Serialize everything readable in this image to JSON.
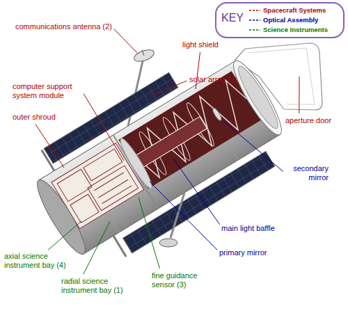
{
  "diagram": {
    "labels": [
      "KEY",
      "communications antenna (2)",
      "light shield",
      "solar array (2)",
      "computer support system module",
      "aperture door",
      "outer shroud",
      "secondary mirror",
      "main light baffle",
      "primary mirror",
      "axial science instrument bay (4)",
      "fine guidance sensor (3)",
      "radial science instrument bay (1)"
    ],
    "legend": [
      {
        "text": "Spacecraft Systems"
      },
      {
        "text": "Optical Assembly"
      },
      {
        "text": "Science Instruments"
      }
    ]
  }
}
